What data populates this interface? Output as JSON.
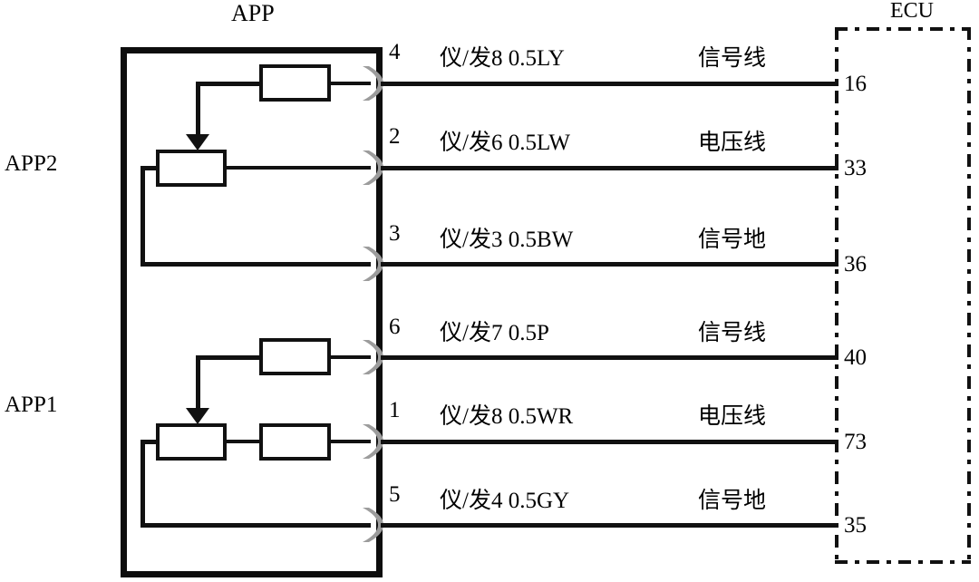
{
  "diagram": {
    "app_title": "APP",
    "ecu_title": "ECU",
    "group_labels": {
      "upper": "APP2",
      "lower": "APP1"
    }
  },
  "rows": [
    {
      "pin": "4",
      "wire_code": "仪/发8  0.5LY",
      "function": "信号线",
      "ecu_pin": "16",
      "group": "APP2"
    },
    {
      "pin": "2",
      "wire_code": "仪/发6  0.5LW",
      "function": "电压线",
      "ecu_pin": "33",
      "group": "APP2"
    },
    {
      "pin": "3",
      "wire_code": "仪/发3  0.5BW",
      "function": "信号地",
      "ecu_pin": "36",
      "group": "APP2"
    },
    {
      "pin": "6",
      "wire_code": "仪/发7  0.5P",
      "function": "信号线",
      "ecu_pin": "40",
      "group": "APP1"
    },
    {
      "pin": "1",
      "wire_code": "仪/发8  0.5WR",
      "function": "电压线",
      "ecu_pin": "73",
      "group": "APP1"
    },
    {
      "pin": "5",
      "wire_code": "仪/发4  0.5GY",
      "function": "信号地",
      "ecu_pin": "35",
      "group": "APP1"
    }
  ],
  "colors": {
    "line": "#111111",
    "connector": "#9c9c9c",
    "background": "#ffffff"
  }
}
